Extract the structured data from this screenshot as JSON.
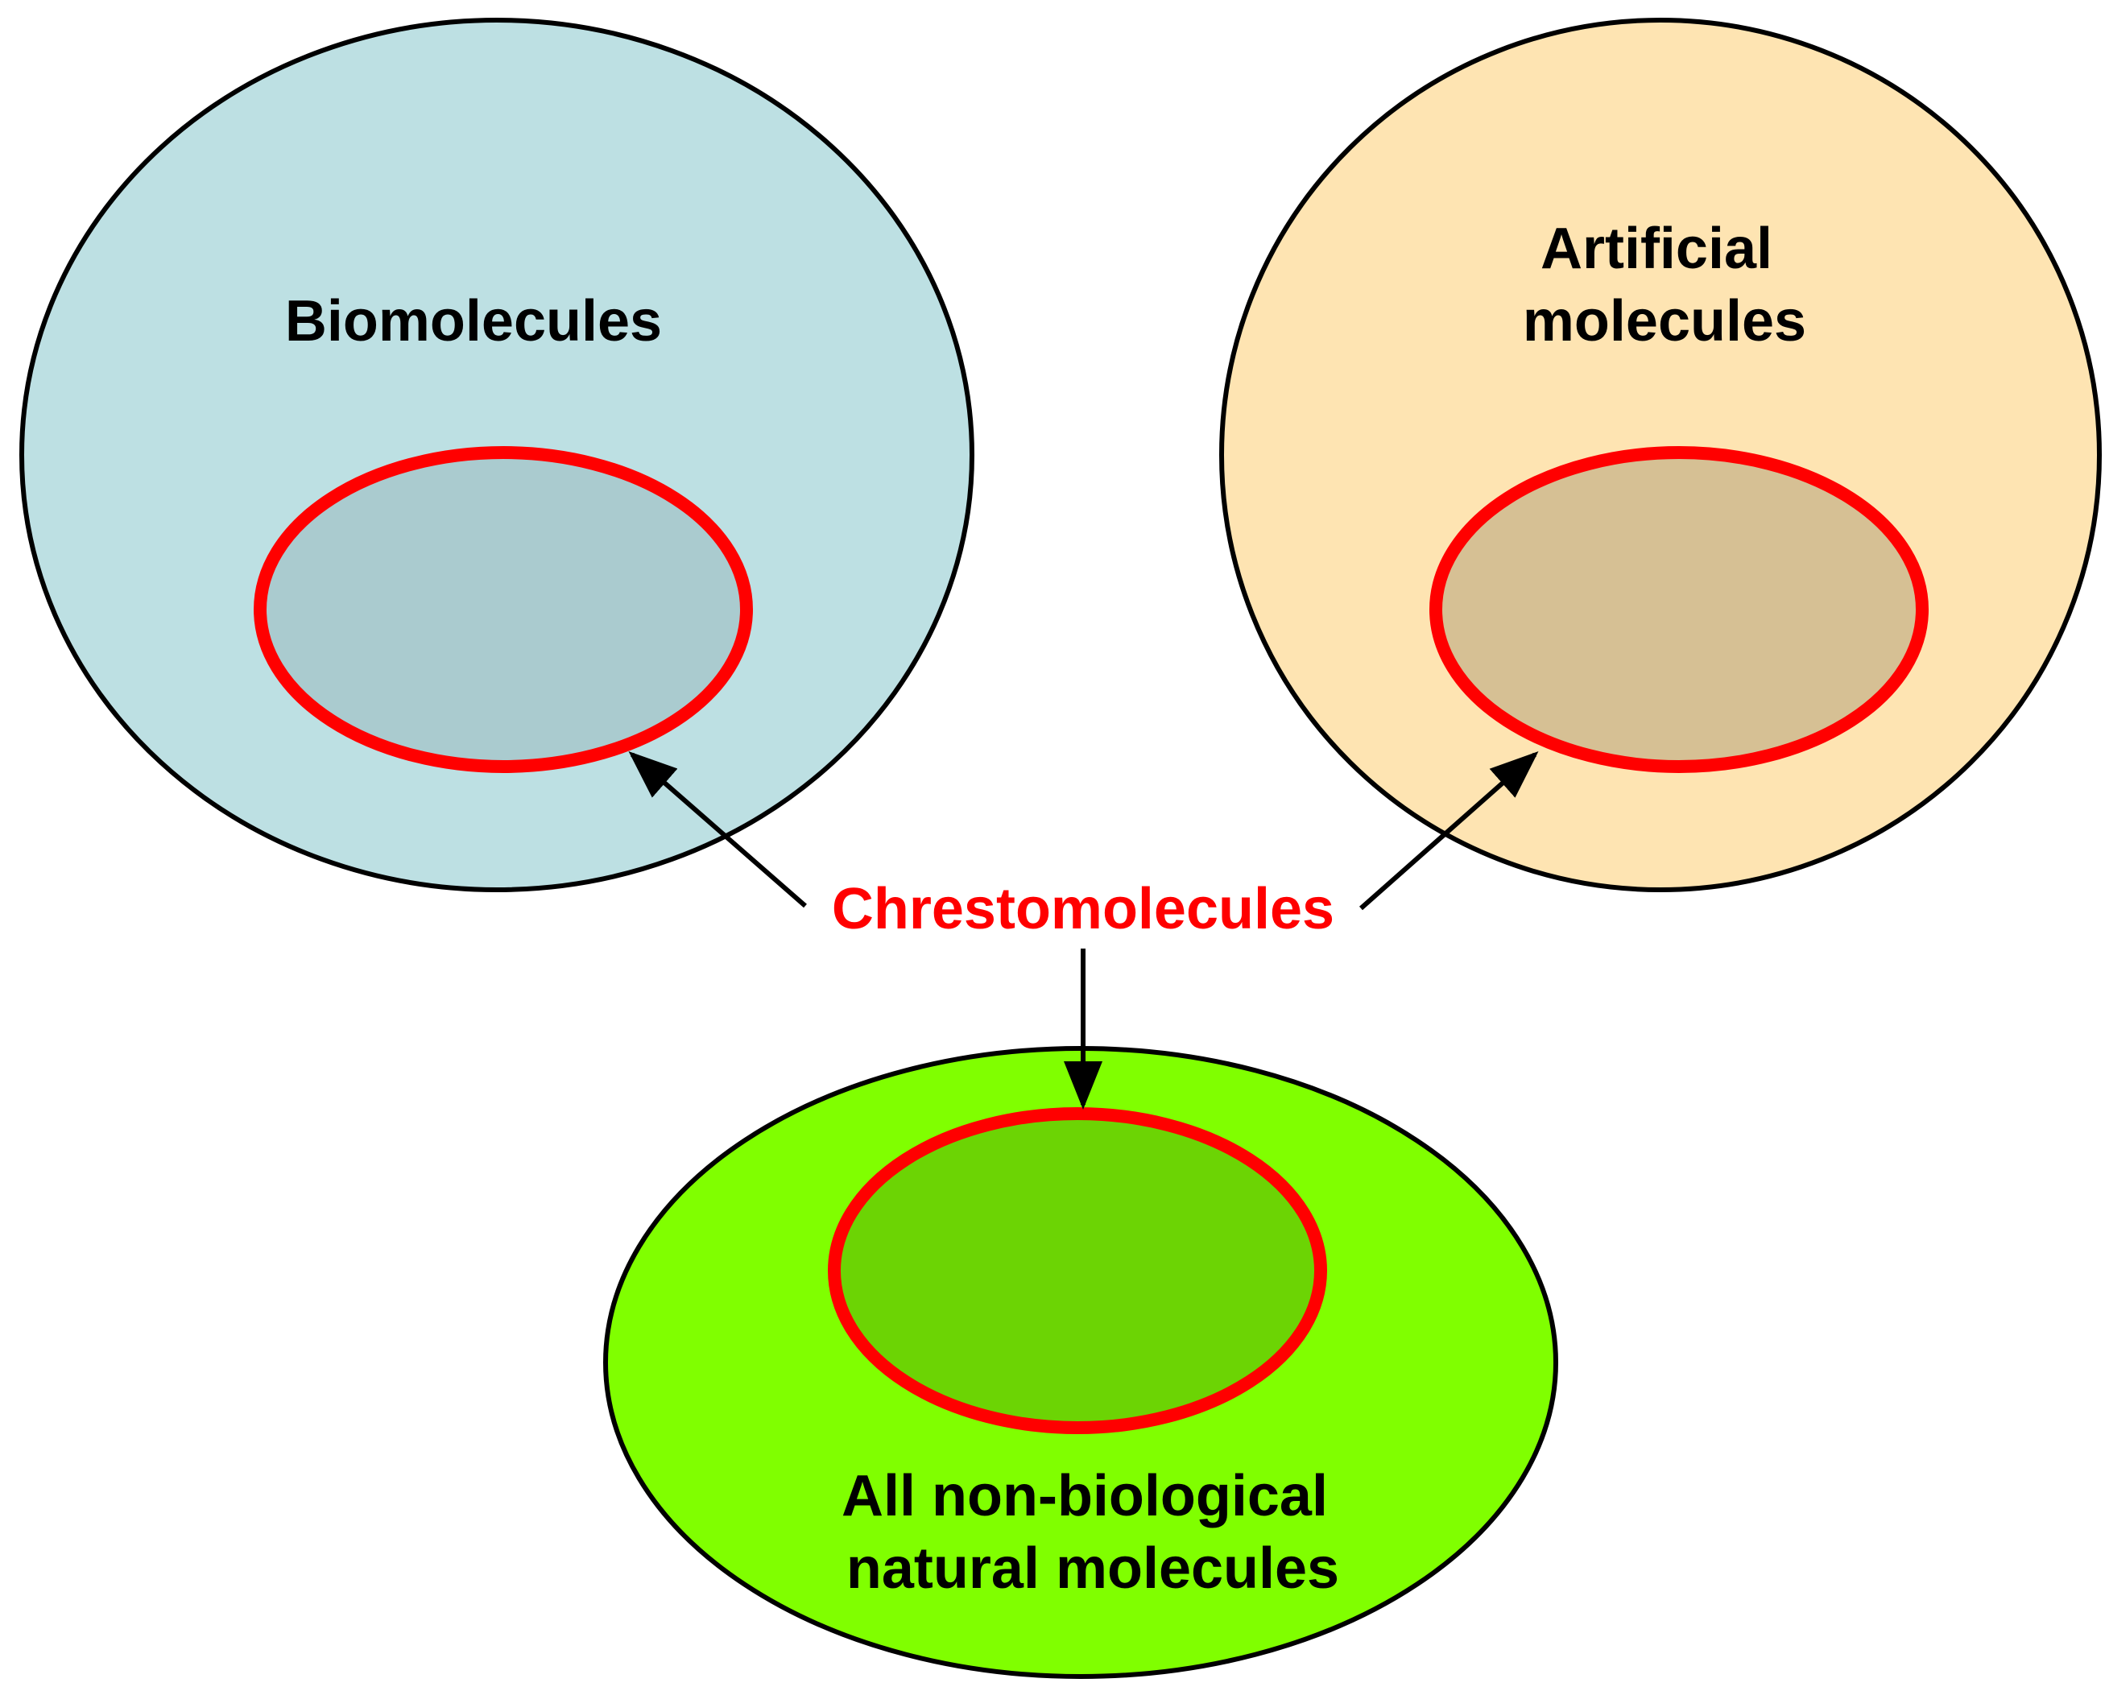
{
  "diagram": {
    "center_label": "Chrestomolecules",
    "sets": {
      "biomolecules": {
        "label_lines": [
          "Biomolecules"
        ]
      },
      "artificial": {
        "label_lines": [
          "Artificial",
          "molecules"
        ]
      },
      "natural": {
        "label_lines": [
          "All non-biological",
          "natural molecules"
        ]
      }
    },
    "colors": {
      "biomolecules_fill": "#bde0e3",
      "biomolecules_inner_fill": "#aacbcf",
      "artificial_fill": "#fee4b2",
      "artificial_inner_fill": "#d6c094",
      "natural_fill": "#80ff00",
      "natural_inner_fill": "#6cd404",
      "subset_outline": "#ff0000",
      "set_outline": "#000000",
      "center_label": "#ff0000",
      "arrow": "#000000"
    }
  }
}
